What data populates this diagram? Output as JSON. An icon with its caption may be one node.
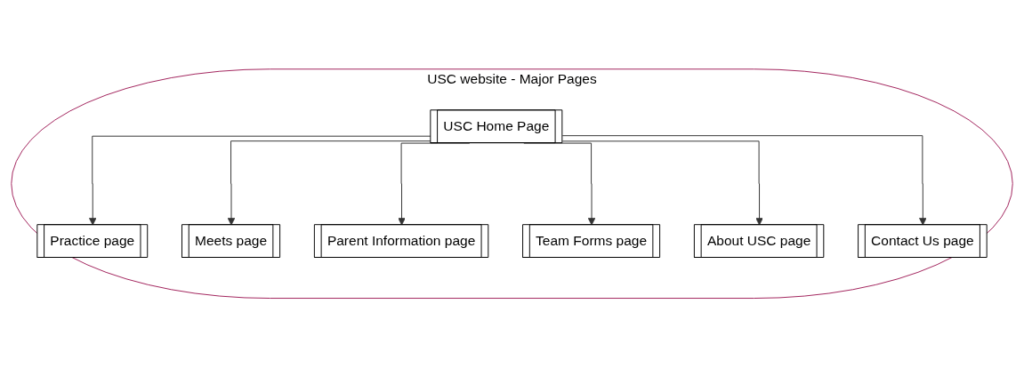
{
  "diagram": {
    "nodes": [
      {
        "text": [
          "USC website - Major Pages"
        ]
      },
      {
        "text": [
          "USC Home Page"
        ],
        "in": 0
      },
      {
        "text": [
          "Practice page"
        ],
        "in": 0
      },
      {
        "text": [
          "Meets page"
        ],
        "in": 0
      },
      {
        "text": [
          "Parent Information page"
        ],
        "in": 0
      },
      {
        "text": [
          "Team Forms page"
        ],
        "in": 0
      },
      {
        "text": [
          "About USC page"
        ],
        "in": 0
      },
      {
        "text": [
          "Contact Us page"
        ],
        "in": 0
      }
    ],
    "edges": [
      {
        "from": 1,
        "to": 2,
        "arrow": "to"
      },
      {
        "from": 1,
        "to": 3,
        "arrow": "to"
      },
      {
        "from": 1,
        "to": 4,
        "arrow": "to"
      },
      {
        "from": 1,
        "to": 5,
        "arrow": "to"
      },
      {
        "from": 1,
        "to": 6,
        "arrow": "to"
      },
      {
        "from": 1,
        "to": 7,
        "arrow": "to"
      }
    ]
  }
}
